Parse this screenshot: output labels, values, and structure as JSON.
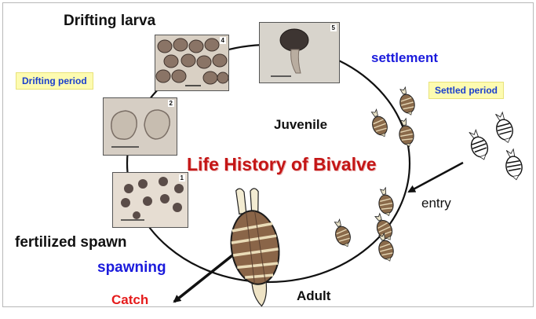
{
  "title": "Life History of Bivalve",
  "stages": {
    "drifting_larva": "Drifting larva",
    "settlement": "settlement",
    "juvenile": "Juvenile",
    "entry": "entry",
    "adult": "Adult",
    "fertilized_spawn": "fertilized spawn",
    "spawning": "spawning",
    "catch": "Catch"
  },
  "periods": {
    "drifting": "Drifting period",
    "settled": "Settled period"
  },
  "photo_numbers": [
    "1",
    "2",
    "4",
    "5"
  ],
  "colors": {
    "title": "#c41616",
    "blue_label": "#1a1adc",
    "catch": "#e51b1b",
    "tag_bg": "#fdfbb0",
    "tag_text": "#1a3fcc"
  }
}
